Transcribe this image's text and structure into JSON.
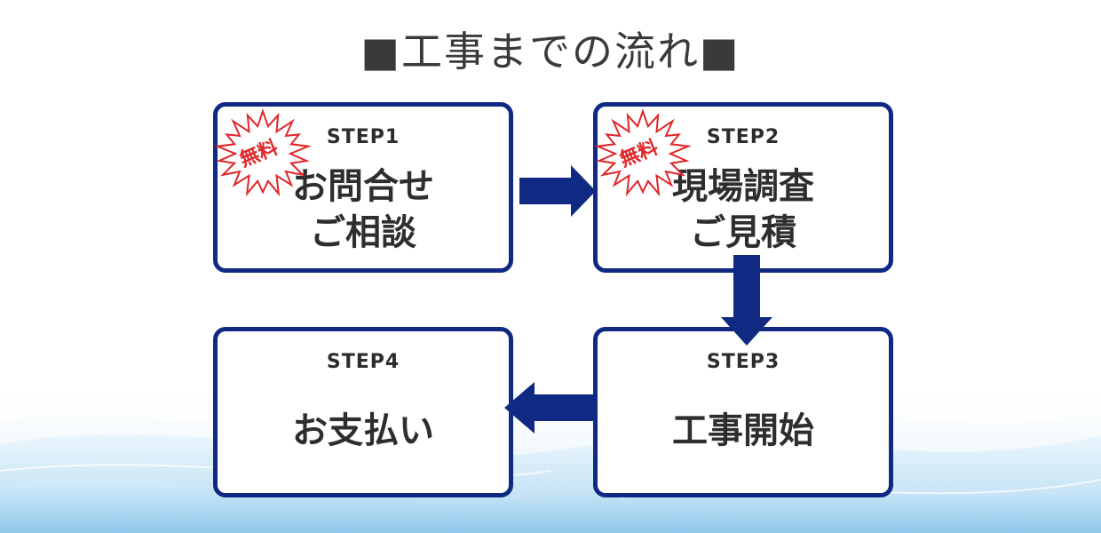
{
  "title": "■工事までの流れ■",
  "steps": [
    {
      "label": "STEP1",
      "lines": [
        "お問合せ",
        "ご相談"
      ],
      "badge": "無料"
    },
    {
      "label": "STEP2",
      "lines": [
        "現場調査",
        "ご見積"
      ],
      "badge": "無料"
    },
    {
      "label": "STEP3",
      "lines": [
        "工事開始"
      ]
    },
    {
      "label": "STEP4",
      "lines": [
        "お支払い"
      ]
    }
  ],
  "colors": {
    "box_border": "#102a84",
    "arrow": "#102a84",
    "badge_stroke": "#e0262a",
    "text": "#2e2e2e"
  }
}
